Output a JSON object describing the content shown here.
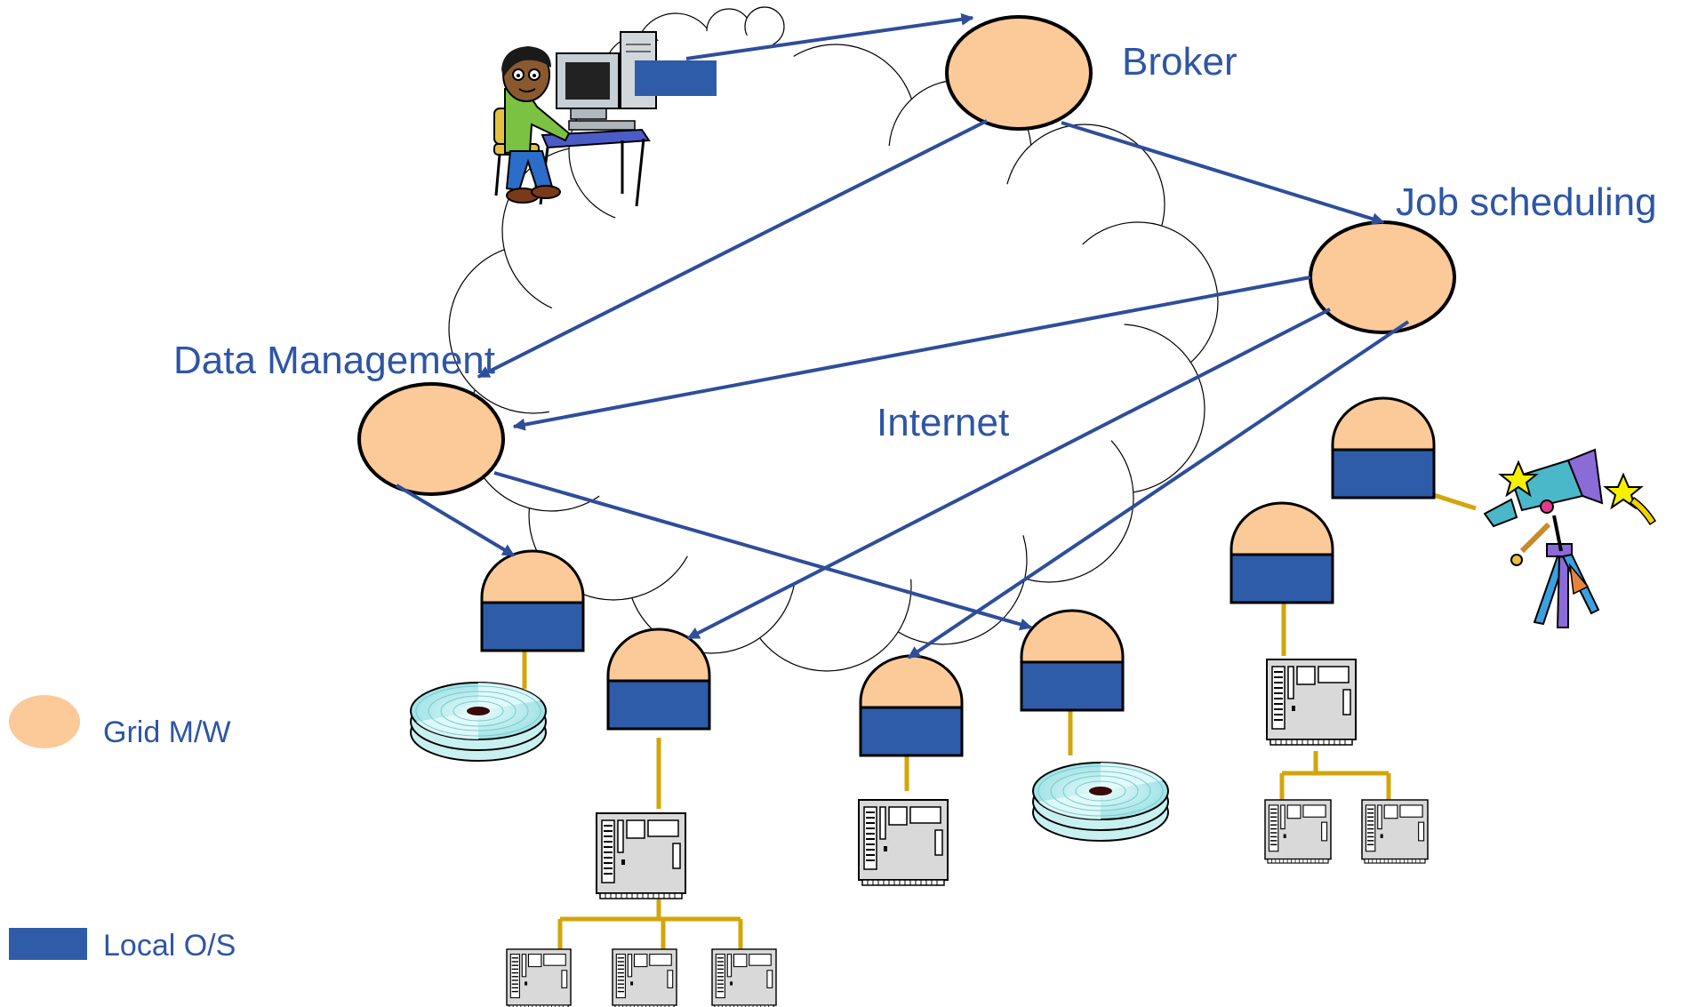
{
  "labels": {
    "broker": "Broker",
    "job_scheduling": "Job scheduling",
    "data_management": "Data Management",
    "internet": "Internet"
  },
  "legend": {
    "grid_mw": "Grid M/W",
    "local_os": "Local O/S"
  },
  "colors": {
    "grid_mw": "#FCC998",
    "local_os": "#2E5CA8",
    "label_text": "#2E56A4",
    "arrow": "#2E4E9A",
    "connector": "#D4A50A"
  },
  "icons": [
    "user-at-computer-icon",
    "telescope-icon",
    "storage-disk-icon",
    "server-icon"
  ]
}
